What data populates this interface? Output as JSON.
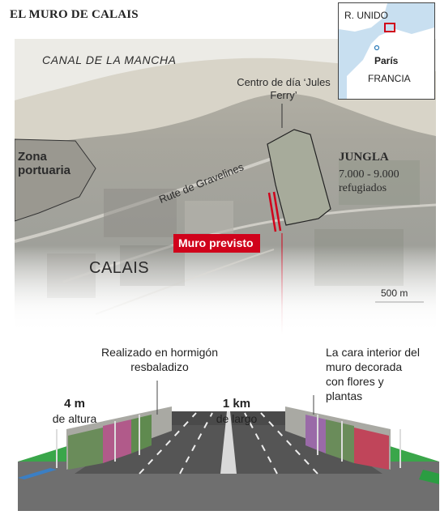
{
  "title": "EL MURO DE CALAIS",
  "map": {
    "canal": "CANAL DE LA MANCHA",
    "centro": "Centro de día ‘Jules Ferry’",
    "zona": "Zona portuaria",
    "jungla_title": "JUNGLA",
    "jungla_range": "7.000 - 9.000",
    "jungla_sub": "refugiados",
    "road": "Rute de Gravelines",
    "city": "CALAIS",
    "wall_label": "Muro previsto",
    "scale": "500 m",
    "colors": {
      "wall": "#d0021b",
      "sea": "#c8dff0",
      "land": "#ffffff"
    }
  },
  "inset": {
    "uk": "R. UNIDO",
    "paris": "París",
    "france": "FRANCIA"
  },
  "section": {
    "left_note": "Realizado en hormigón resbaladizo",
    "right_note": "La cara interior del muro decorada con flores y plantas",
    "height_value": "4 m",
    "height_label": "de altura",
    "length_value": "1 km",
    "length_label": "de largo"
  }
}
